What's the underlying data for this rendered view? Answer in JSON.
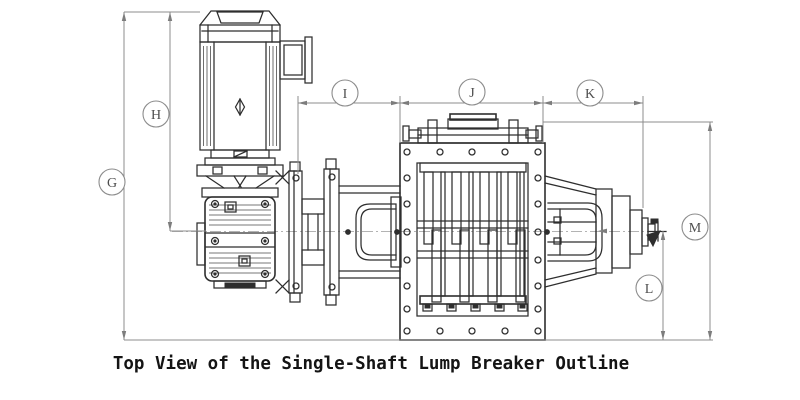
{
  "caption": "Top View of the Single-Shaft Lump Breaker Outline",
  "drawing": {
    "view_type": "top view outline drawing",
    "subject": "Single-Shaft Lump Breaker"
  },
  "dimension_labels": {
    "G": "G",
    "H": "H",
    "I": "I",
    "J": "J",
    "K": "K",
    "L": "L",
    "M": "M"
  },
  "colors": {
    "background": "#ffffff",
    "machine_line": "#2e2e2e",
    "dimension_line": "#8c8c8c",
    "caption_text": "#141414"
  }
}
